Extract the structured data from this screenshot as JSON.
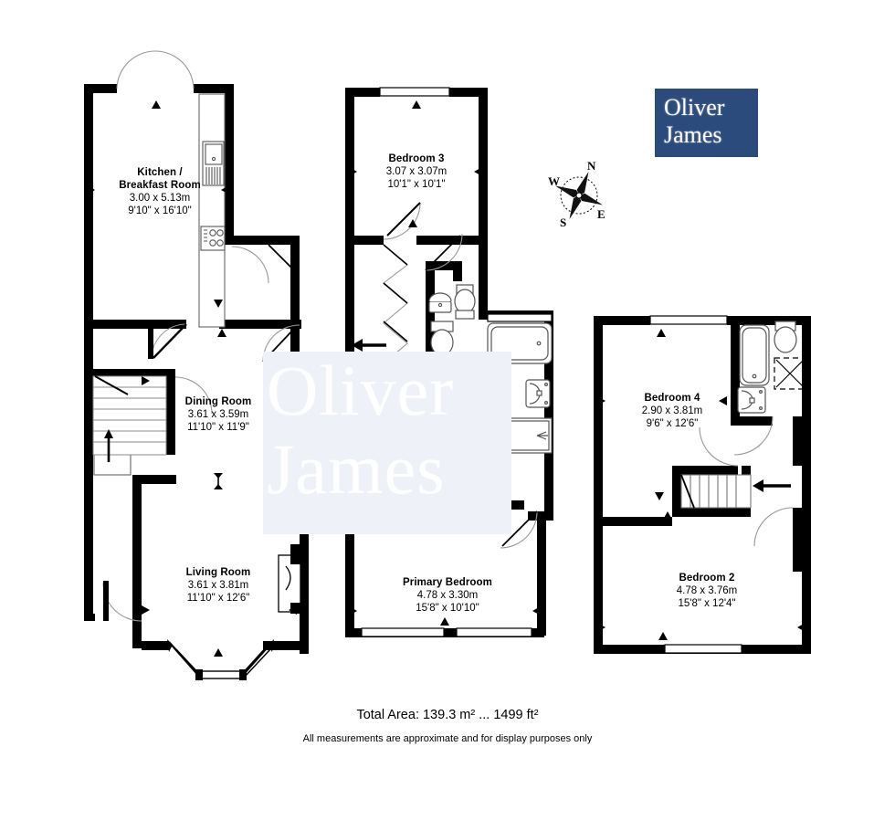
{
  "document": {
    "type": "floor-plan",
    "total_area": "Total Area: 139.3 m² ... 1499 ft²",
    "disclaimer": "All measurements are approximate and for display purposes only"
  },
  "brand": {
    "line1": "Oliver",
    "line2": "James",
    "box_color": "#2b4b7d",
    "text_color": "#ffffff",
    "watermark_line1": "Oliver",
    "watermark_line2": "James"
  },
  "compass": {
    "north": "N",
    "east": "E",
    "south": "S",
    "west": "W"
  },
  "floors": [
    {
      "id": "ground-floor",
      "rooms": [
        {
          "id": "kitchen-breakfast-room",
          "name": "Kitchen / Breakfast Room",
          "name_line1": "Kitchen /",
          "name_line2": "Breakfast Room",
          "metric": "3.00 x 5.13m",
          "imperial": "9'10\" x 16'10\""
        },
        {
          "id": "dining-room",
          "name": "Dining Room",
          "metric": "3.61 x 3.59m",
          "imperial": "11'10\" x 11'9\""
        },
        {
          "id": "living-room",
          "name": "Living Room",
          "metric": "3.61 x 3.81m",
          "imperial": "11'10\" x 12'6\""
        }
      ]
    },
    {
      "id": "first-floor",
      "rooms": [
        {
          "id": "bedroom-3",
          "name": "Bedroom 3",
          "metric": "3.07 x 3.07m",
          "imperial": "10'1\" x 10'1\""
        },
        {
          "id": "primary-bedroom",
          "name": "Primary Bedroom",
          "metric": "4.78 x 3.30m",
          "imperial": "15'8\" x 10'10\""
        }
      ]
    },
    {
      "id": "second-floor",
      "rooms": [
        {
          "id": "bedroom-4",
          "name": "Bedroom 4",
          "metric": "2.90 x 3.81m",
          "imperial": "9'6\" x 12'6\""
        },
        {
          "id": "bedroom-2",
          "name": "Bedroom 2",
          "metric": "4.78 x 3.76m",
          "imperial": "15'8\" x 12'4\""
        }
      ]
    }
  ]
}
